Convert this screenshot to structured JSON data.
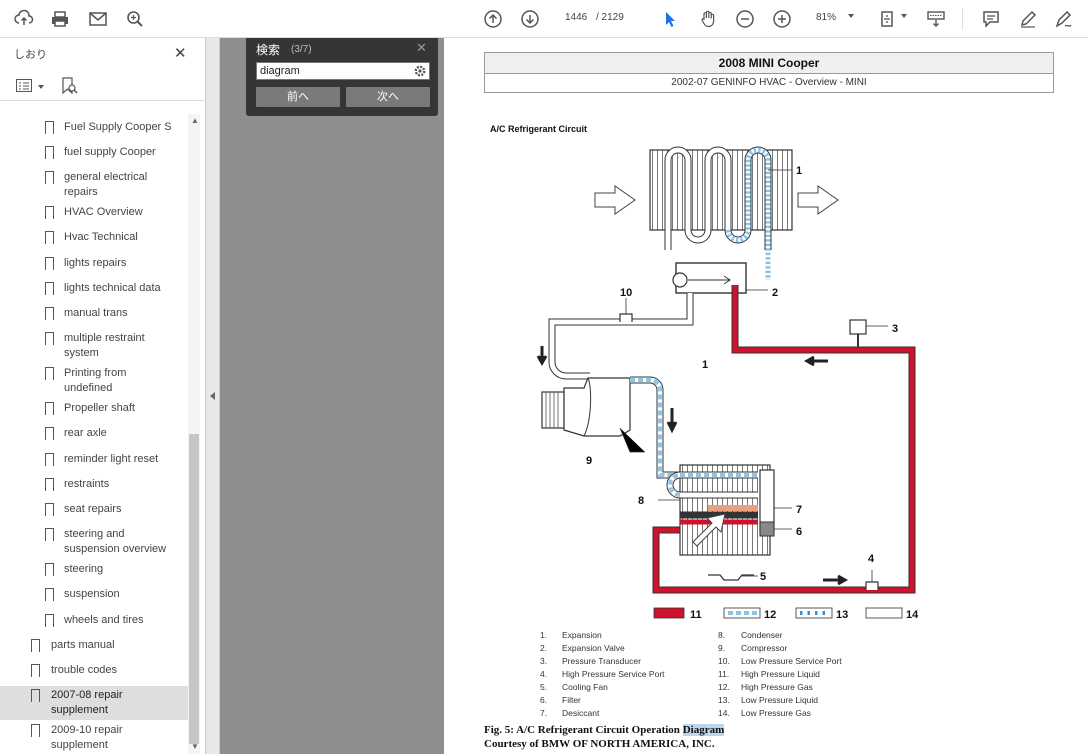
{
  "toolbar": {
    "page_current": "1446",
    "page_total": "/ 2129",
    "zoom": "81%"
  },
  "sidebar": {
    "title": "しおり",
    "items": [
      {
        "label": "Fuel Supply Cooper S"
      },
      {
        "label": "fuel supply Cooper"
      },
      {
        "label": "general electrical repairs"
      },
      {
        "label": "HVAC Overview"
      },
      {
        "label": "Hvac Technical"
      },
      {
        "label": "lights repairs"
      },
      {
        "label": "lights technical data"
      },
      {
        "label": "manual trans"
      },
      {
        "label": "multiple restraint system"
      },
      {
        "label": "Printing from undefined"
      },
      {
        "label": "Propeller shaft"
      },
      {
        "label": "rear axle"
      },
      {
        "label": "reminder light reset"
      },
      {
        "label": "restraints"
      },
      {
        "label": "seat repairs"
      },
      {
        "label": "steering and suspension overview"
      },
      {
        "label": "steering"
      },
      {
        "label": "suspension"
      },
      {
        "label": "wheels and tires"
      },
      {
        "label": "parts manual"
      },
      {
        "label": "trouble codes"
      },
      {
        "label": "2007-08 repair supplement"
      },
      {
        "label": "2009-10 repair supplement"
      }
    ]
  },
  "find": {
    "title": "検索",
    "count": "(3/7)",
    "query": "diagram",
    "prev_label": "前へ",
    "next_label": "次へ"
  },
  "document": {
    "header_title": "2008 MINI Cooper",
    "header_subtitle": "2002-07 GENINFO HVAC - Overview - MINI",
    "figure_title": "A/C Refrigerant Circuit",
    "callouts": [
      "1",
      "2",
      "3",
      "4",
      "5",
      "6",
      "7",
      "8",
      "9",
      "10",
      "1"
    ],
    "swatch_labels": [
      "11",
      "12",
      "13",
      "14"
    ],
    "legend": [
      {
        "num": "1.",
        "text": "Expansion"
      },
      {
        "num": "2.",
        "text": "Expansion Valve"
      },
      {
        "num": "3.",
        "text": "Pressure Transducer"
      },
      {
        "num": "4.",
        "text": "High Pressure Service Port"
      },
      {
        "num": "5.",
        "text": "Cooling Fan"
      },
      {
        "num": "6.",
        "text": "Filter"
      },
      {
        "num": "7.",
        "text": "Desiccant"
      },
      {
        "num": "8.",
        "text": "Condenser"
      },
      {
        "num": "9.",
        "text": "Compressor"
      },
      {
        "num": "10.",
        "text": "Low Pressure Service Port"
      },
      {
        "num": "11.",
        "text": "High Pressure Liquid"
      },
      {
        "num": "12.",
        "text": "High Pressure Gas"
      },
      {
        "num": "13.",
        "text": "Low Pressure Liquid"
      },
      {
        "num": "14.",
        "text": "Low Pressure Gas"
      }
    ],
    "caption_prefix": "Fig. 5: A/C Refrigerant Circuit Operation ",
    "caption_highlight": "Diagram",
    "caption_credit": "Courtesy of BMW OF NORTH AMERICA, INC."
  },
  "colors": {
    "accent": "#1a73e8",
    "high_pressure": "#d0112b",
    "low_pressure_line": "#8ec5e6",
    "canvas": "#8e8e8e"
  }
}
